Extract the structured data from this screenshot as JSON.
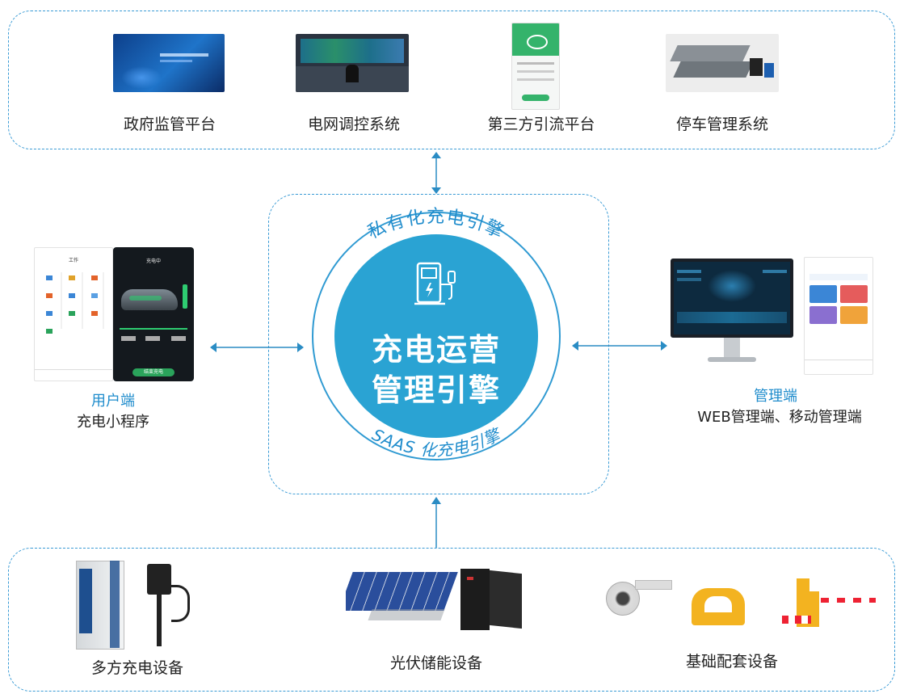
{
  "top_systems": [
    {
      "name": "政府监管平台",
      "icon": "government-platform-image"
    },
    {
      "name": "电网调控系统",
      "icon": "grid-control-room-image"
    },
    {
      "name": "第三方引流平台",
      "icon": "third-party-app-image"
    },
    {
      "name": "停车管理系统",
      "icon": "parking-garage-image"
    }
  ],
  "center": {
    "arc_top": "私有化充电引擎",
    "arc_bottom": "SAAS 化充电引擎",
    "title_line1": "充电运营",
    "title_line2": "管理引擎"
  },
  "left": {
    "title": "用户端",
    "subtitle": "充电小程序",
    "screen_left_title": "工作",
    "screen_right_title": "充电中",
    "screen_right_button": "结束充电"
  },
  "right": {
    "title": "管理端",
    "subtitle": "WEB管理端、移动管理端"
  },
  "bottom_devices": [
    {
      "name": "多方充电设备",
      "icon": "charging-pile-image"
    },
    {
      "name": "光伏储能设备",
      "icon": "solar-storage-image"
    },
    {
      "name": "基础配套设备",
      "icon": "camera-barrier-image"
    }
  ],
  "colors": {
    "accent": "#2aa3d3",
    "border": "#3a9bd5",
    "label_blue": "#1f8ccc"
  }
}
